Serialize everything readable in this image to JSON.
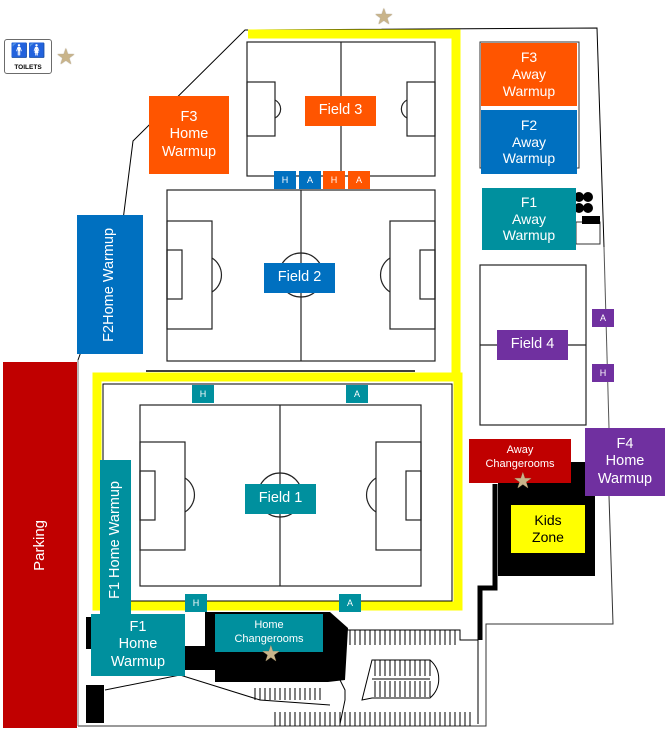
{
  "map": {
    "colors": {
      "field1": "#00909e",
      "field2": "#0070c0",
      "field3": "#ff5500",
      "field4": "#7030a0",
      "parking": "#c00000",
      "changerooms_away": "#c00000",
      "kids_zone": "#ffff00",
      "boundary": "#ffff00",
      "star": "#c9b48a"
    },
    "toilets": {
      "icon": "toilets-icon",
      "label": "TOILETS"
    },
    "fields": [
      {
        "id": "field1",
        "label": "Field 1"
      },
      {
        "id": "field2",
        "label": "Field 2"
      },
      {
        "id": "field3",
        "label": "Field 3"
      },
      {
        "id": "field4",
        "label": "Field 4"
      }
    ],
    "warmups": {
      "f3_home": {
        "line1": "F3",
        "line2": "Home",
        "line3": "Warmup"
      },
      "f3_away": {
        "line1": "F3",
        "line2": "Away",
        "line3": "Warmup"
      },
      "f2_away": {
        "line1": "F2",
        "line2": "Away",
        "line3": "Warmup"
      },
      "f1_away": {
        "line1": "F1",
        "line2": "Away",
        "line3": "Warmup"
      },
      "f2_home": {
        "line1": "F2",
        "line2": "Home Warmup"
      },
      "f1_home_vertical": {
        "label": "F1 Home Warmup"
      },
      "f1_home": {
        "line1": "F1",
        "line2": "Home",
        "line3": "Warmup"
      },
      "f4_home": {
        "line1": "F4",
        "line2": "Home",
        "line3": "Warmup"
      }
    },
    "bench_tags": {
      "f2_home": "H",
      "f2_away": "A",
      "f3_home": "H",
      "f3_away": "A",
      "f1_top_home": "H",
      "f1_top_away": "A",
      "f1_bottom_home": "H",
      "f1_bottom_away": "A",
      "f4_away": "A",
      "f4_home": "H"
    },
    "parking": {
      "label": "Parking"
    },
    "changerooms": {
      "away": {
        "line1": "Away",
        "line2": "Changerooms"
      },
      "home": {
        "line1": "Home",
        "line2": "Changerooms"
      }
    },
    "kids_zone": {
      "line1": "Kids",
      "line2": "Zone"
    },
    "markers": {
      "star": "★"
    }
  }
}
